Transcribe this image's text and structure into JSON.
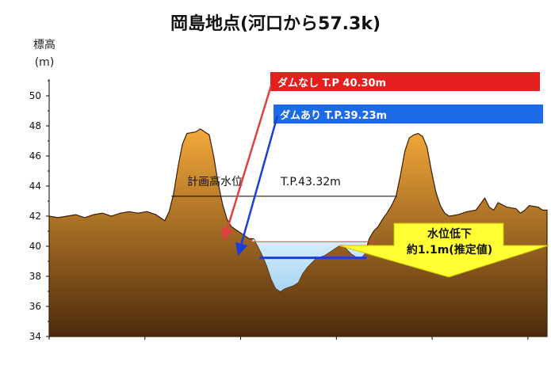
{
  "title": "岡島地点(河口から57.3k)",
  "y_axis": {
    "label_line1": "標高",
    "label_line2": "(m)"
  },
  "chart_data": {
    "type": "area",
    "ylabel": "標高 (m)",
    "ylim": [
      34,
      51
    ],
    "yticks": [
      34,
      36,
      38,
      40,
      42,
      44,
      46,
      48,
      50
    ],
    "profile": [
      [
        0,
        42.0
      ],
      [
        2,
        41.9
      ],
      [
        4,
        42.0
      ],
      [
        6,
        42.1
      ],
      [
        8,
        41.9
      ],
      [
        10,
        42.1
      ],
      [
        12,
        42.2
      ],
      [
        14,
        42.0
      ],
      [
        16,
        42.2
      ],
      [
        18,
        42.3
      ],
      [
        20,
        42.2
      ],
      [
        22,
        42.3
      ],
      [
        24,
        42.1
      ],
      [
        26,
        41.7
      ],
      [
        27,
        42.3
      ],
      [
        28,
        43.5
      ],
      [
        29,
        45.3
      ],
      [
        30,
        46.8
      ],
      [
        31,
        47.5
      ],
      [
        33,
        47.6
      ],
      [
        34,
        47.8
      ],
      [
        35,
        47.6
      ],
      [
        36,
        47.4
      ],
      [
        37,
        46.0
      ],
      [
        38,
        44.2
      ],
      [
        39,
        42.8
      ],
      [
        40,
        41.8
      ],
      [
        41,
        41.3
      ],
      [
        42,
        41.1
      ],
      [
        43,
        40.9
      ],
      [
        44,
        40.7
      ],
      [
        45,
        40.5
      ],
      [
        46,
        40.5
      ],
      [
        47,
        40.0
      ],
      [
        48,
        39.4
      ],
      [
        49,
        38.7
      ],
      [
        50,
        37.8
      ],
      [
        51,
        37.2
      ],
      [
        52,
        37.0
      ],
      [
        53,
        37.2
      ],
      [
        55,
        37.4
      ],
      [
        56,
        37.6
      ],
      [
        57,
        38.2
      ],
      [
        58,
        38.6
      ],
      [
        59,
        38.9
      ],
      [
        60,
        39.2
      ],
      [
        62,
        39.4
      ],
      [
        64,
        39.8
      ],
      [
        65,
        40.0
      ],
      [
        66,
        40.1
      ],
      [
        67,
        39.8
      ],
      [
        68,
        39.5
      ],
      [
        69,
        39.3
      ],
      [
        70,
        39.2
      ],
      [
        71,
        39.5
      ],
      [
        72,
        40.5
      ],
      [
        73,
        41.0
      ],
      [
        74,
        41.3
      ],
      [
        75,
        41.8
      ],
      [
        76,
        42.2
      ],
      [
        77,
        42.7
      ],
      [
        78,
        43.3
      ],
      [
        79,
        44.7
      ],
      [
        80,
        46.3
      ],
      [
        81,
        47.2
      ],
      [
        82,
        47.4
      ],
      [
        83,
        47.5
      ],
      [
        84,
        47.3
      ],
      [
        85,
        46.6
      ],
      [
        86,
        45.0
      ],
      [
        87,
        43.6
      ],
      [
        88,
        42.7
      ],
      [
        89,
        42.2
      ],
      [
        90,
        42.0
      ],
      [
        92,
        42.1
      ],
      [
        94,
        42.3
      ],
      [
        96,
        42.4
      ],
      [
        97,
        42.8
      ],
      [
        98,
        43.2
      ],
      [
        99,
        42.6
      ],
      [
        100,
        42.4
      ],
      [
        101,
        42.9
      ],
      [
        103,
        42.6
      ],
      [
        105,
        42.5
      ],
      [
        106,
        42.2
      ],
      [
        107,
        42.4
      ],
      [
        108,
        42.7
      ],
      [
        110,
        42.6
      ],
      [
        111,
        42.4
      ],
      [
        112,
        42.4
      ]
    ],
    "water_levels": [
      {
        "name": "ダムなし",
        "value": 40.3
      },
      {
        "name": "ダムあり",
        "value": 39.23
      }
    ],
    "plan_high_water_level": 43.32
  },
  "labels": {
    "plan_high_water": "計画高水位",
    "plan_high_water_value": "T.P.43.32m",
    "no_dam": "ダムなし  T.P 40.30m",
    "with_dam": "ダムあり  T.P.39.23m",
    "reduction_line1": "水位低下",
    "reduction_line2": "約1.1m(推定値)"
  },
  "colors": {
    "no_dam_banner": "#e51e1e",
    "with_dam_banner": "#1c6be6",
    "no_dam_line": "#e04040",
    "with_dam_line": "#1a3fd8",
    "water_fill": "#bfe2f8",
    "terrain_light": "#f3a93a",
    "terrain_dark": "#4e2a0c",
    "reduction_arrow": "#ffff33"
  }
}
